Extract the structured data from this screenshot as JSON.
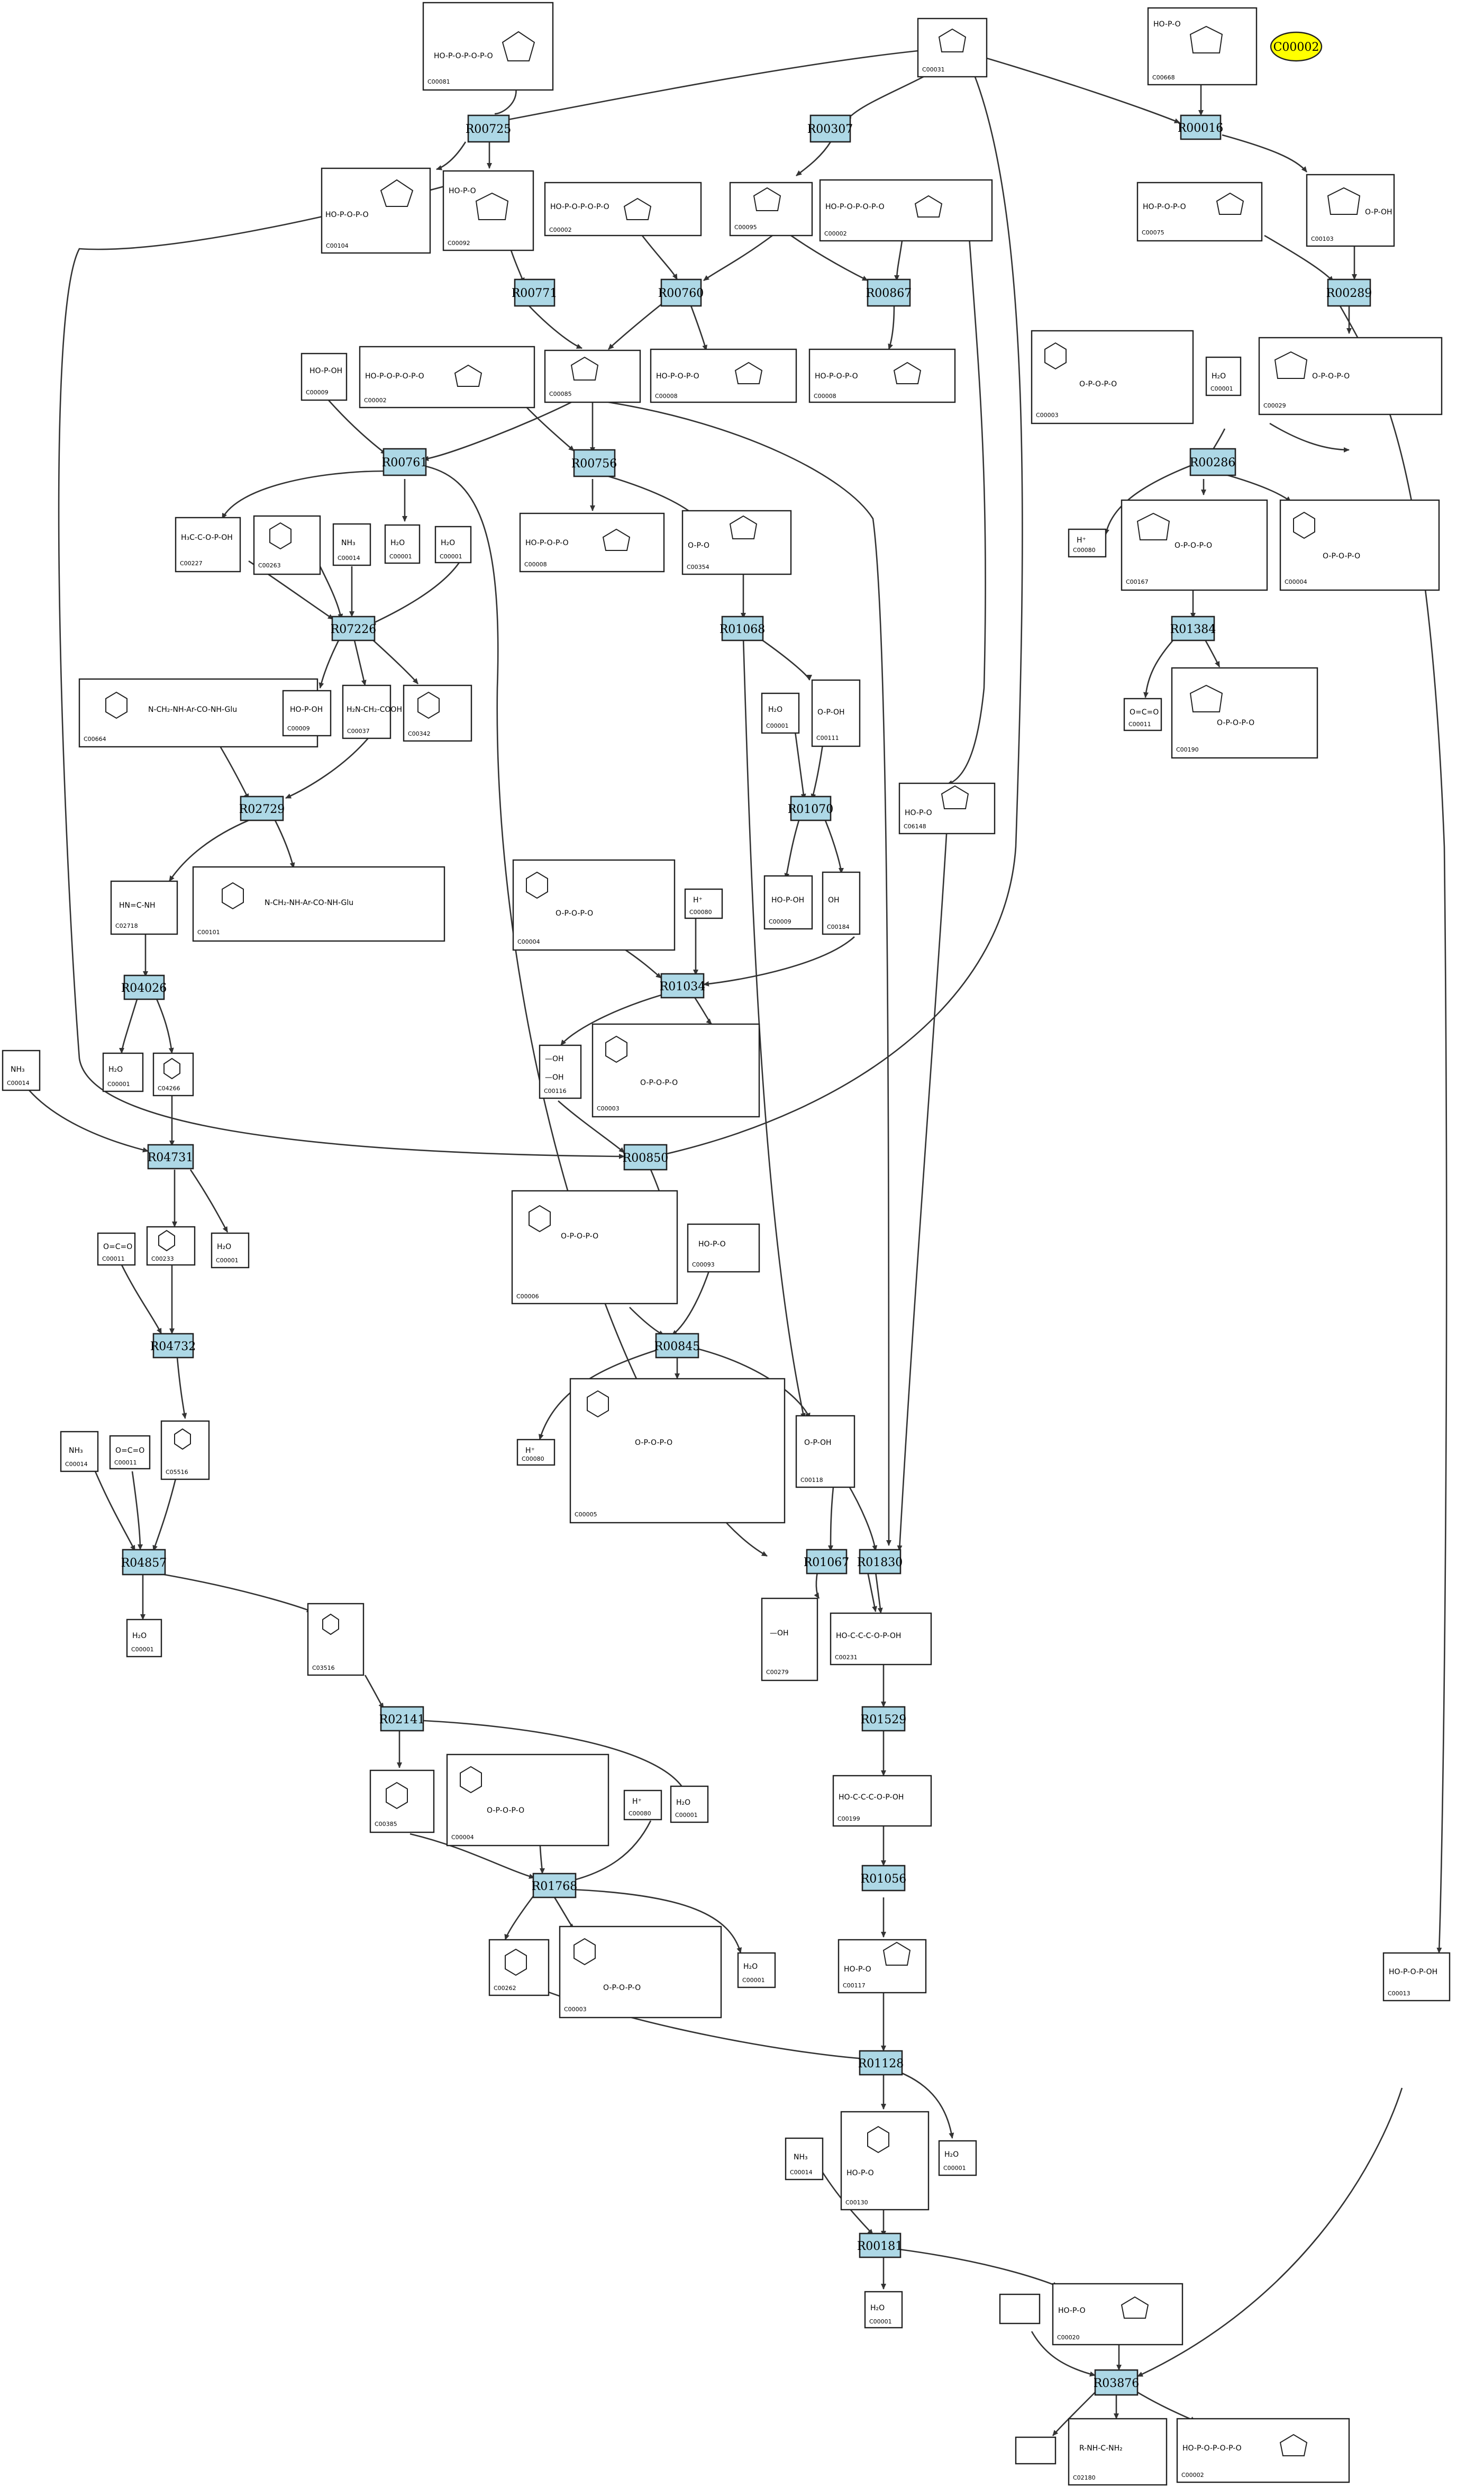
{
  "highlight_node": "C00002",
  "reaction_color": "#add8e6",
  "highlight_color": "#ffff00",
  "reactions": [
    {
      "id": "R00725",
      "label": "R00725"
    },
    {
      "id": "R00307",
      "label": "R00307"
    },
    {
      "id": "R00016",
      "label": "R00016"
    },
    {
      "id": "R00771",
      "label": "R00771"
    },
    {
      "id": "R00760",
      "label": "R00760"
    },
    {
      "id": "R00867",
      "label": "R00867"
    },
    {
      "id": "R00289",
      "label": "R00289"
    },
    {
      "id": "R00761",
      "label": "R00761"
    },
    {
      "id": "R00756",
      "label": "R00756"
    },
    {
      "id": "R00286",
      "label": "R00286"
    },
    {
      "id": "R07226",
      "label": "R07226"
    },
    {
      "id": "R01068",
      "label": "R01068"
    },
    {
      "id": "R01384",
      "label": "R01384"
    },
    {
      "id": "R02729",
      "label": "R02729"
    },
    {
      "id": "R01070",
      "label": "R01070"
    },
    {
      "id": "R04026",
      "label": "R04026"
    },
    {
      "id": "R01034",
      "label": "R01034"
    },
    {
      "id": "R04731",
      "label": "R04731"
    },
    {
      "id": "R00850",
      "label": "R00850"
    },
    {
      "id": "R04732",
      "label": "R04732"
    },
    {
      "id": "R00845",
      "label": "R00845"
    },
    {
      "id": "R04857",
      "label": "R04857"
    },
    {
      "id": "R01067",
      "label": "R01067"
    },
    {
      "id": "R01830",
      "label": "R01830"
    },
    {
      "id": "R02141",
      "label": "R02141"
    },
    {
      "id": "R01529",
      "label": "R01529"
    },
    {
      "id": "R01768",
      "label": "R01768"
    },
    {
      "id": "R01056",
      "label": "R01056"
    },
    {
      "id": "R01128",
      "label": "R01128"
    },
    {
      "id": "R00181",
      "label": "R00181"
    },
    {
      "id": "R03876",
      "label": "R03876"
    }
  ],
  "compounds": [
    {
      "id": "c-C00081",
      "label": "C00081"
    },
    {
      "id": "c-C00031",
      "label": "C00031"
    },
    {
      "id": "c-C00668",
      "label": "C00668"
    },
    {
      "id": "c-C00104",
      "label": "C00104"
    },
    {
      "id": "c-C00092",
      "label": "C00092"
    },
    {
      "id": "c-C00002a",
      "label": "C00002"
    },
    {
      "id": "c-C00095",
      "label": "C00095"
    },
    {
      "id": "c-C00002b",
      "label": "C00002"
    },
    {
      "id": "c-C00075",
      "label": "C00075"
    },
    {
      "id": "c-C00103",
      "label": "C00103"
    },
    {
      "id": "c-C00009a",
      "label": "C00009"
    },
    {
      "id": "c-C00002c",
      "label": "C00002"
    },
    {
      "id": "c-C00085",
      "label": "C00085"
    },
    {
      "id": "c-C00008a",
      "label": "C00008"
    },
    {
      "id": "c-C00008b",
      "label": "C00008"
    },
    {
      "id": "c-C00003a",
      "label": "C00003"
    },
    {
      "id": "c-C00001a",
      "label": "C00001"
    },
    {
      "id": "c-C00029",
      "label": "C00029"
    },
    {
      "id": "c-C00227",
      "label": "C00227"
    },
    {
      "id": "c-C00263",
      "label": "C00263"
    },
    {
      "id": "c-C00014a",
      "label": "C00014"
    },
    {
      "id": "c-C00001b",
      "label": "C00001"
    },
    {
      "id": "c-C00001c",
      "label": "C00001"
    },
    {
      "id": "c-C00008c",
      "label": "C00008"
    },
    {
      "id": "c-C00354",
      "label": "C00354"
    },
    {
      "id": "c-C00080a",
      "label": "C00080"
    },
    {
      "id": "c-C00167",
      "label": "C00167"
    },
    {
      "id": "c-C00004a",
      "label": "C00004"
    },
    {
      "id": "c-C00664",
      "label": "C00664"
    },
    {
      "id": "c-C00009b",
      "label": "C00009"
    },
    {
      "id": "c-C00037",
      "label": "C00037"
    },
    {
      "id": "c-C00342",
      "label": "C00342"
    },
    {
      "id": "c-C00001d",
      "label": "C00001"
    },
    {
      "id": "c-C00111",
      "label": "C00111"
    },
    {
      "id": "c-C00011a",
      "label": "C00011"
    },
    {
      "id": "c-C00190",
      "label": "C00190"
    },
    {
      "id": "c-C06148",
      "label": "C06148"
    },
    {
      "id": "c-C02718",
      "label": "C02718"
    },
    {
      "id": "c-C00101",
      "label": "C00101"
    },
    {
      "id": "c-C00009c",
      "label": "C00009"
    },
    {
      "id": "c-C00184",
      "label": "C00184"
    },
    {
      "id": "c-C00004b",
      "label": "C00004"
    },
    {
      "id": "c-C00080b",
      "label": "C00080"
    },
    {
      "id": "c-C00001e",
      "label": "C00001"
    },
    {
      "id": "c-C04266",
      "label": "C04266"
    },
    {
      "id": "c-C00116",
      "label": "C00116"
    },
    {
      "id": "c-C00003b",
      "label": "C00003"
    },
    {
      "id": "c-C00014b",
      "label": "C00014"
    },
    {
      "id": "c-C00011b",
      "label": "C00011"
    },
    {
      "id": "c-C00233",
      "label": "C00233"
    },
    {
      "id": "c-C00001f",
      "label": "C00001"
    },
    {
      "id": "c-C00006",
      "label": "C00006"
    },
    {
      "id": "c-C00093",
      "label": "C00093"
    },
    {
      "id": "c-C00014c",
      "label": "C00014"
    },
    {
      "id": "c-C00011c",
      "label": "C00011"
    },
    {
      "id": "c-C05516",
      "label": "C05516"
    },
    {
      "id": "c-C00080c",
      "label": "C00080"
    },
    {
      "id": "c-C00005",
      "label": "C00005"
    },
    {
      "id": "c-C00118",
      "label": "C00118"
    },
    {
      "id": "c-C00001g",
      "label": "C00001"
    },
    {
      "id": "c-C00279",
      "label": "C00279"
    },
    {
      "id": "c-C00231",
      "label": "C00231"
    },
    {
      "id": "c-C03516",
      "label": "C03516"
    },
    {
      "id": "c-C00385",
      "label": "C00385"
    },
    {
      "id": "c-C00004c",
      "label": "C00004"
    },
    {
      "id": "c-C00080d",
      "label": "C00080"
    },
    {
      "id": "c-C00001h",
      "label": "C00001"
    },
    {
      "id": "c-C00199",
      "label": "C00199"
    },
    {
      "id": "c-C00262",
      "label": "C00262"
    },
    {
      "id": "c-C00003c",
      "label": "C00003"
    },
    {
      "id": "c-C00001i",
      "label": "C00001"
    },
    {
      "id": "c-C00117",
      "label": "C00117"
    },
    {
      "id": "c-C00013",
      "label": "C00013"
    },
    {
      "id": "c-C00130",
      "label": "C00130"
    },
    {
      "id": "c-C00001j",
      "label": "C00001"
    },
    {
      "id": "c-C00014d",
      "label": "C00014"
    },
    {
      "id": "c-C00001k",
      "label": "C00001"
    },
    {
      "id": "c-C00020",
      "label": "C00020"
    },
    {
      "id": "c-blank1",
      "label": ""
    },
    {
      "id": "c-C02180",
      "label": "C02180"
    },
    {
      "id": "c-C00002d",
      "label": "C00002"
    },
    {
      "id": "c-blank2",
      "label": ""
    }
  ]
}
